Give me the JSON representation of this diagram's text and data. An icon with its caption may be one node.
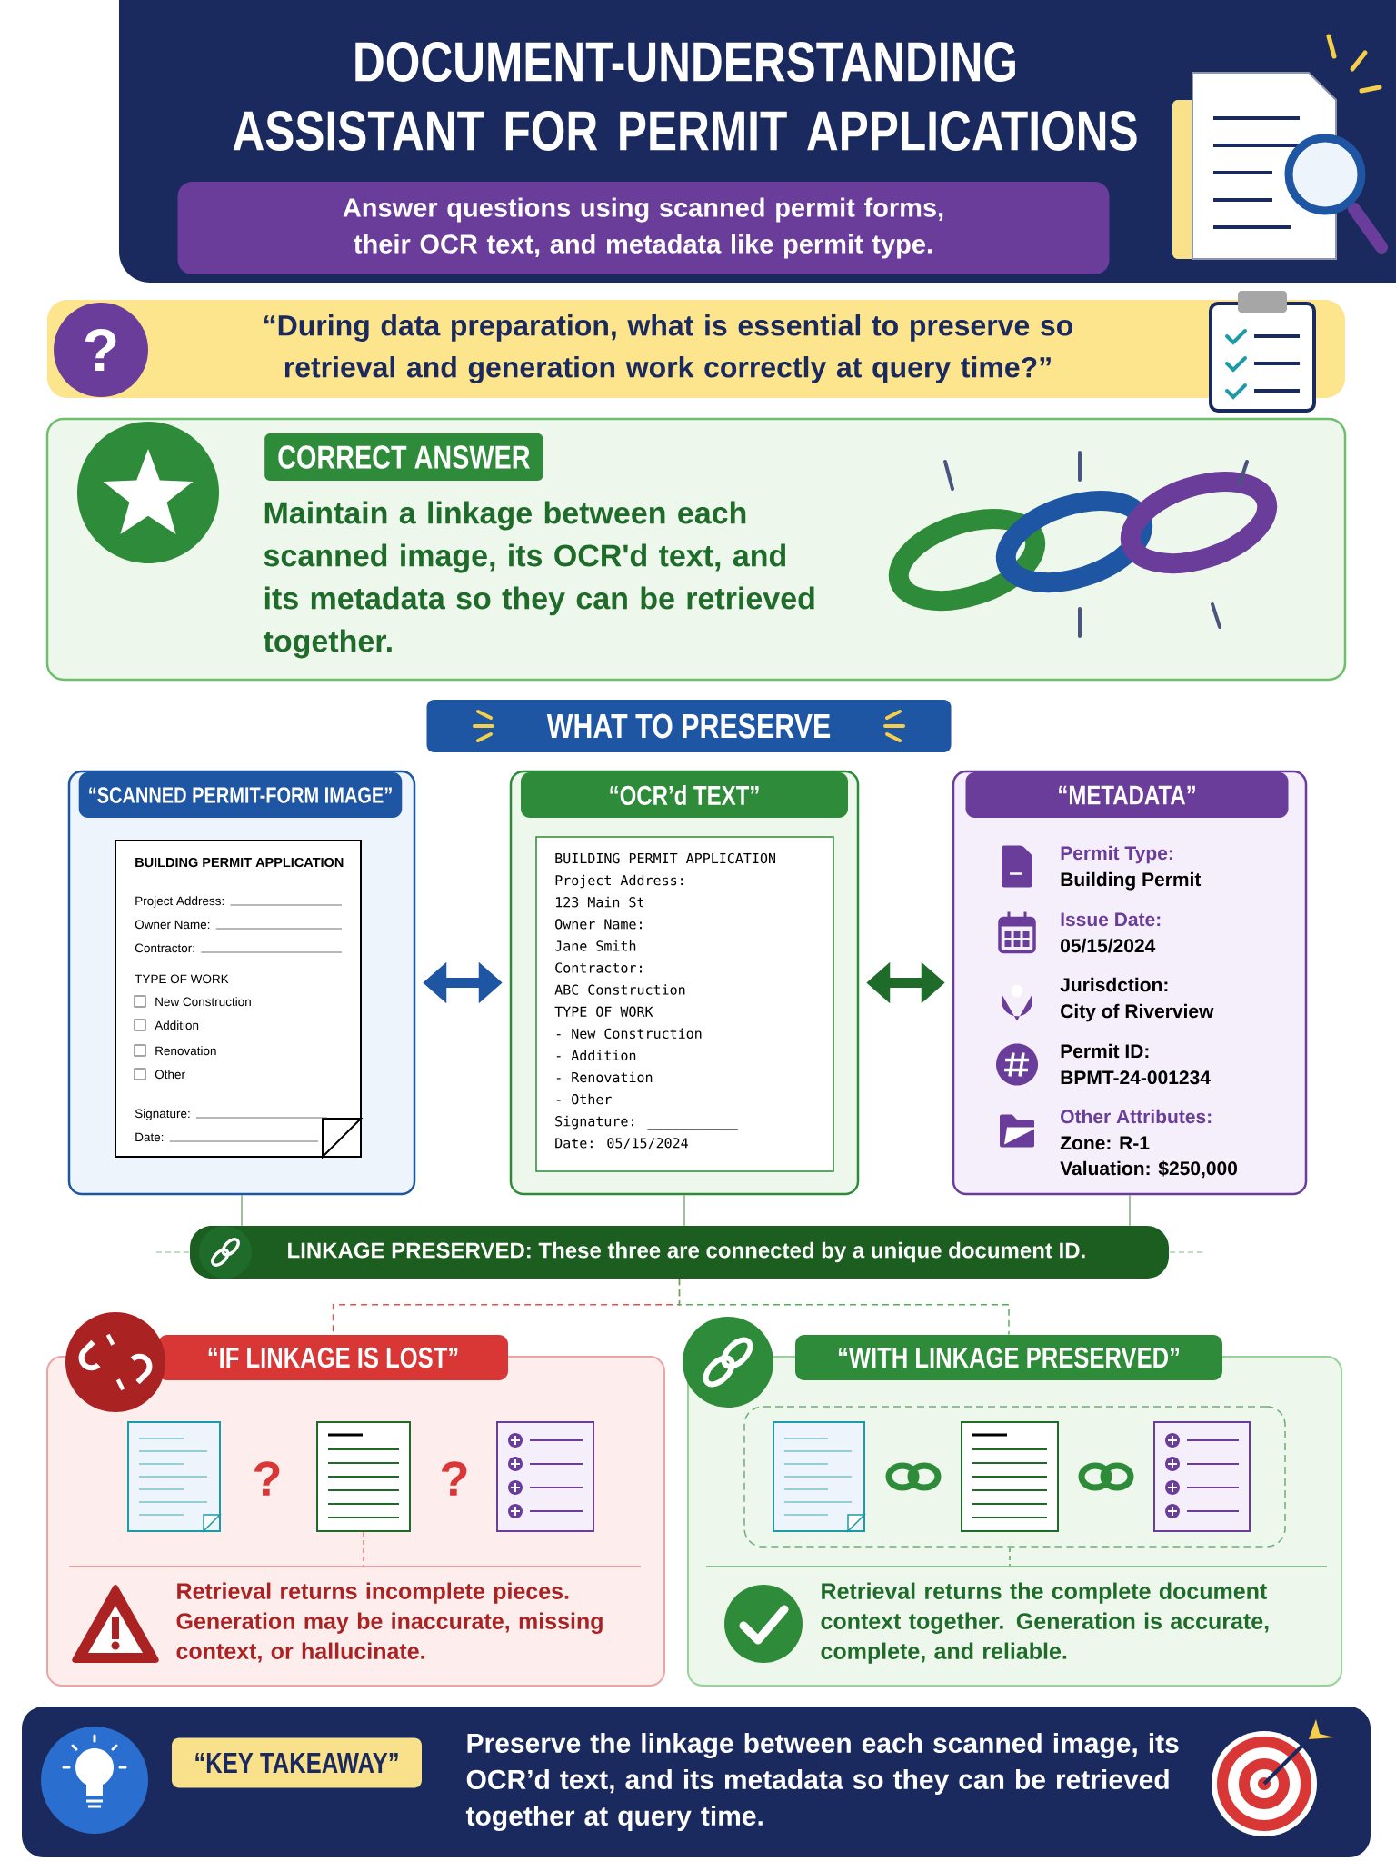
{
  "diagram": {
    "title": "DOCUMENT-UNDERSTANDING ASSISTANT FOR PERMIT APPLICATIONS",
    "nodes": [
      {
        "text": [
          "Answer questions using scanned permit forms, their OCR text, and metadata like permit type."
        ]
      },
      {
        "text": [
          "“During data preparation, what is essential to preserve so retrieval and generation work correctly at query time?”"
        ]
      },
      {
        "text": [
          "CORRECT ANSWER",
          "Maintain a linkage between each scanned image, its OCR'd text, and its metadata so they can be retrieved together."
        ]
      },
      {
        "text": [
          "WHAT TO PRESERVE"
        ]
      },
      {
        "text": [
          "“SCANNED PERMIT-FORM IMAGE”"
        ]
      },
      {
        "text": [
          "BUILDING PERMIT APPLICATION",
          "Project Address:",
          "Owner Name:",
          "Contractor:",
          "TYPE OF WORK",
          "New Construction",
          "Addition",
          "Renovation",
          "Other",
          "Signature:",
          "Date:"
        ],
        "in": 4
      },
      {
        "text": [
          "“OCR’d TEXT”"
        ]
      },
      {
        "text": [
          "BUILDING PERMIT APPLICATION",
          "Project Address:",
          "123 Main St",
          "Owner Name:",
          "Jane Smith",
          "Contractor:",
          "ABC Construction",
          "TYPE OF WORK",
          "- New Construction",
          "- Addition",
          "- Renovation",
          "- Other",
          "Signature: ___________",
          "Date: 05/15/2024"
        ],
        "in": 6
      },
      {
        "text": [
          "“METADATA”",
          "Permit Type:",
          "Building Permit",
          "Issue Date:",
          "05/15/2024",
          "Jurisdction:",
          "City of Riverview",
          "Permit ID:",
          "BPMT-24-001234",
          "Other Attributes:",
          "Zone: R-1",
          "Valuation: $250,000"
        ]
      },
      {
        "text": [
          "LINKAGE PRESERVED: These three are connected by a unique document ID."
        ]
      },
      {
        "text": [
          "“IF LINKAGE IS LOST”",
          "Retrieval returns incomplete pieces. Generation may be inaccurate, missing context, or hallucinate."
        ]
      },
      {
        "text": [],
        "shape": "picture",
        "in": 10
      },
      {
        "text": [],
        "shape": "picture",
        "in": 10
      },
      {
        "text": [],
        "shape": "picture",
        "in": 10
      },
      {
        "text": [
          "“WITH LINKAGE PRESERVED”",
          "Retrieval returns the complete document context together. Generation is accurate, complete, and reliable."
        ]
      },
      {
        "text": [],
        "shape": "box",
        "in": 14
      },
      {
        "text": [],
        "shape": "picture",
        "in": 15
      },
      {
        "text": [],
        "shape": "picture",
        "in": 15
      },
      {
        "text": [],
        "shape": "picture",
        "in": 15
      },
      {
        "text": [
          "“KEY TAKEAWAY”",
          "Preserve the linkage between each scanned image, its OCR’d text, and its metadata so they can be retrieved together at query time."
        ]
      }
    ],
    "edges": [
      {
        "from": 4,
        "to": 6,
        "arrow": "both",
        "style": "thick",
        "color": "#1f56a3"
      },
      {
        "from": 6,
        "to": 8,
        "arrow": "both",
        "style": "thick",
        "color": "#1e6b2a"
      },
      {
        "from": 4,
        "to": 9,
        "arrow": "none"
      },
      {
        "from": 6,
        "to": 9,
        "arrow": "none"
      },
      {
        "from": 8,
        "to": 9,
        "arrow": "none"
      },
      {
        "from": 9,
        "to": 10,
        "arrow": "none",
        "style": "dashed",
        "color": "#d9534f"
      },
      {
        "from": 9,
        "to": 14,
        "arrow": "none",
        "style": "dashed",
        "color": "#4caf50"
      }
    ],
    "labels": [
      "?",
      "?",
      "?"
    ]
  }
}
